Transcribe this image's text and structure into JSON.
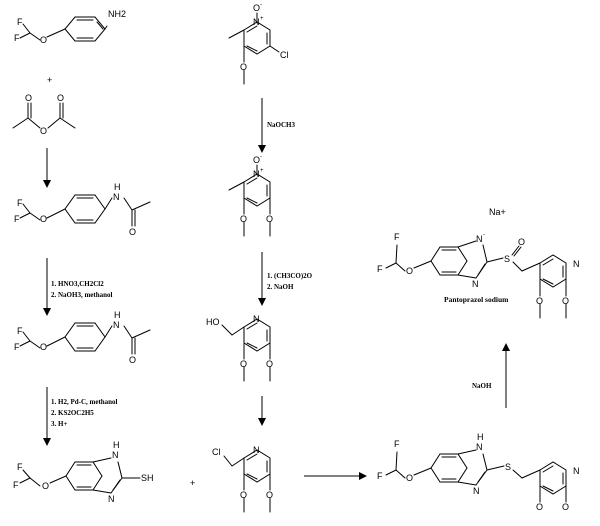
{
  "reagents": {
    "naoch3": "NaOCH3",
    "step2_1": "1. (CH3CO)2O",
    "step2_2": "2. NaOH",
    "left1_1": "1. HNO3,CH2Cl2",
    "left1_2": "2. NaOH3, methanol",
    "left2_1": "1. H2, Pd-C, methanol",
    "left2_2": "2. KS2OC2H5",
    "left2_3": "3. H+",
    "naoh_final": "NaOH"
  },
  "labels": {
    "product_name": "Pantoprazol sodium",
    "sodium_ion": "Na+",
    "plus": "+"
  },
  "atoms": {
    "F": "F",
    "O": "O",
    "N": "N",
    "NH2": "NH2",
    "NH": "NH",
    "H": "H",
    "SH": "SH",
    "S": "S",
    "Cl": "Cl",
    "OH": "HO",
    "O_minus": "O",
    "N_plus": "N",
    "N_minus": "N"
  },
  "colors": {
    "ink": "#000000",
    "background": "#ffffff"
  }
}
